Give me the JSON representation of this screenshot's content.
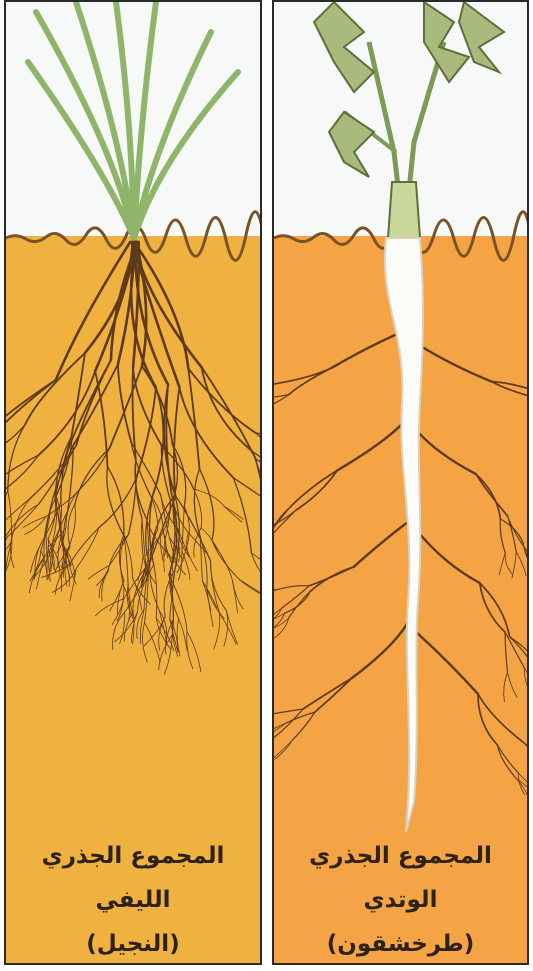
{
  "panels": [
    {
      "id": "fibrous",
      "caption_line1": "المجموع الجذري الليفي",
      "caption_line2": "(النجيل)"
    },
    {
      "id": "tap",
      "caption_line1": "المجموع الجذري الوتدي",
      "caption_line2": "(طرخشقون)"
    }
  ],
  "colors": {
    "sky": "#f7f8f8",
    "soil_left": "#efb13f",
    "soil_right": "#f4a445",
    "soil_line": "#7a5226",
    "root": "#5e3a1a",
    "taproot": "#fbfbf7",
    "grass": "#8fb56a",
    "leaf": "#a9bb7c"
  },
  "icons": {
    "left_plant": "grass-plant-icon",
    "right_plant": "dandelion-plant-icon"
  }
}
